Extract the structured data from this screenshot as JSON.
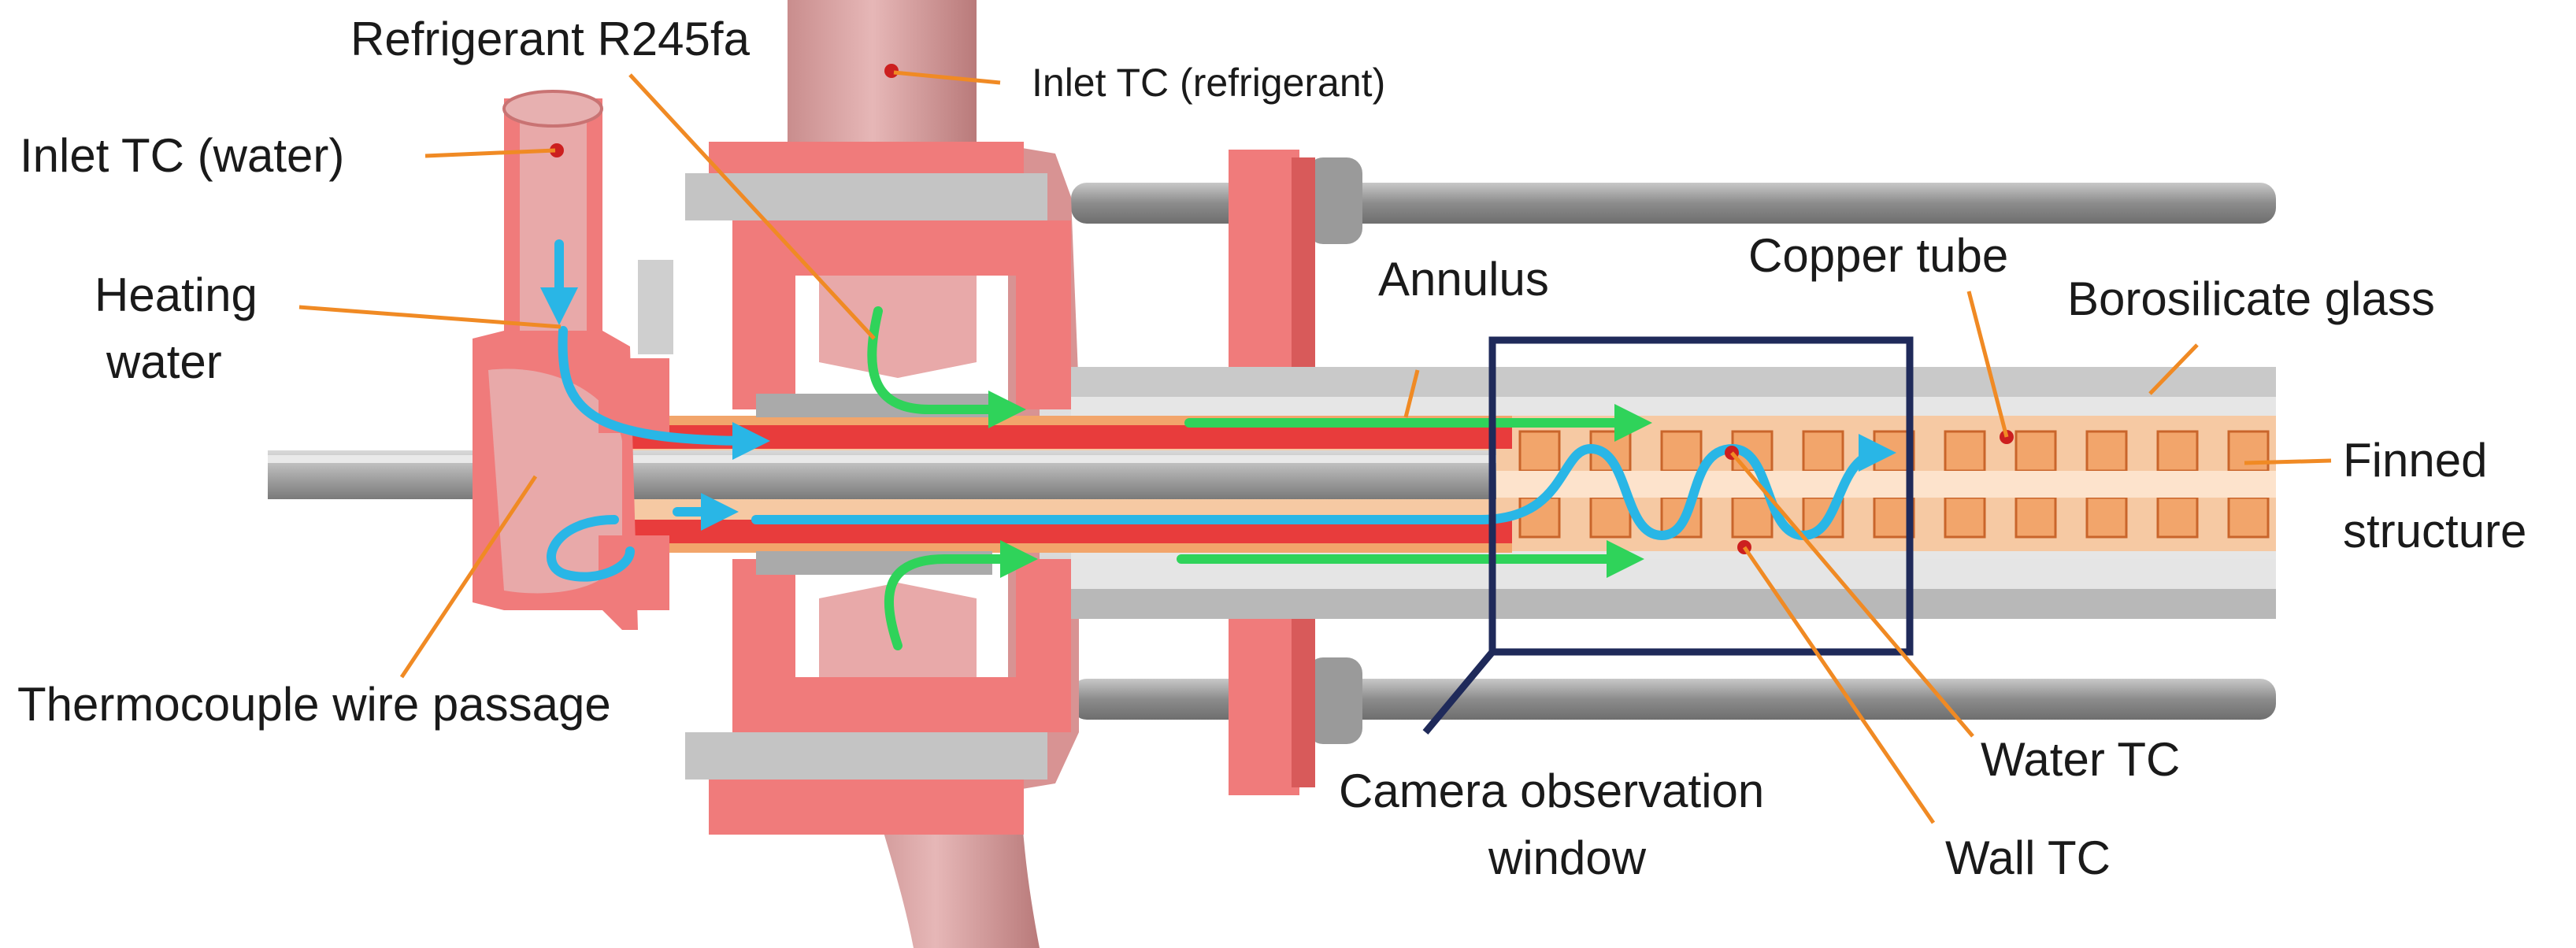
{
  "labels": {
    "refrigerant": "Refrigerant R245fa",
    "inlet_tc_refrigerant": "Inlet TC (refrigerant)",
    "inlet_tc_water": "Inlet TC (water)",
    "heating_water_line1": "Heating",
    "heating_water_line2": "water",
    "annulus": "Annulus",
    "copper_tube": "Copper tube",
    "borosilicate_glass": "Borosilicate glass",
    "finned_structure_line1": "Finned",
    "finned_structure_line2": "structure",
    "thermocouple_wire_passage": "Thermocouple wire passage",
    "camera_window_line1": "Camera observation",
    "camera_window_line2": "window",
    "water_tc": "Water TC",
    "wall_tc": "Wall TC"
  },
  "colors": {
    "flange_red": "#f07b7b",
    "flange_dark": "#d85a5a",
    "pipe_pink": "#d9a3a3",
    "steel_gray": "#bdbdbd",
    "rod_gray": "#9a9a9a",
    "copper": "#f2a56b",
    "copper_dark": "#e07c3c",
    "tube_red": "#e83c3c",
    "water_arrow": "#29b6e6",
    "refrigerant_arrow": "#2fd35a",
    "leader_orange": "#f08a24",
    "tc_dot": "#cc1f1f",
    "window_frame": "#1f2a5a"
  }
}
